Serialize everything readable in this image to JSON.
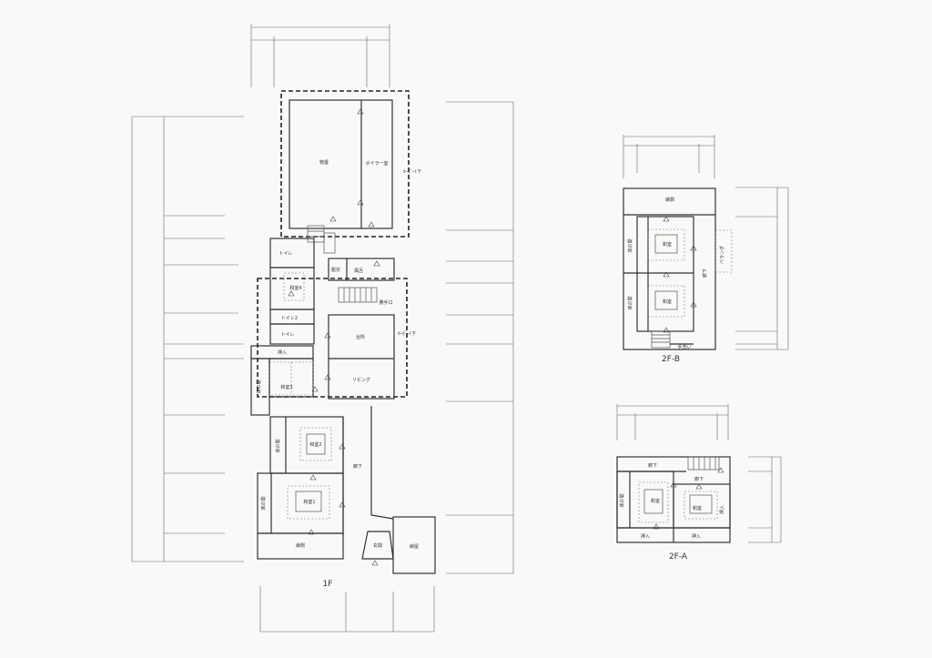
{
  "floor_labels": {
    "f1": "1F",
    "f2a": "2F-A",
    "f2b": "2F-B"
  },
  "rooms_1f": {
    "storage": "物置",
    "boiler": "ボイラー室",
    "toilet1": "トイレ",
    "bath": "風呂",
    "wash": "脱衣",
    "washroom2": "トイレ2",
    "japanese4": "和室4",
    "toilet_small": "トイレ",
    "kitchen": "台所",
    "living": "リビング",
    "closet": "押入",
    "alcove1": "床の間",
    "japanese3": "和室3",
    "alcove2": "床の間",
    "japanese2": "和室2",
    "hall": "廊下",
    "alcove3": "床の間",
    "japanese1": "和室1",
    "veranda": "縁側",
    "entrance": "玄関",
    "shed": "納屋",
    "backdoor": "勝手口",
    "carport_below1": "ｶｰﾎﾟｰﾄ下",
    "carport_below2": "ｶｰﾎﾟｰﾄ下"
  },
  "rooms_2fb": {
    "veranda": "縁側",
    "alcove1": "床の間",
    "japanese": "和室",
    "alcove2": "床の間",
    "japanese2": "和室",
    "hall": "廊下",
    "balcony": "ベランダ",
    "washbasin": "手洗い"
  },
  "rooms_2fa": {
    "hall1": "廊下",
    "hall2": "廊下",
    "alcove": "床の間",
    "japanese1": "和室",
    "japanese2": "和室",
    "closet1": "押入",
    "closet2": "押入",
    "closet3": "押入"
  }
}
